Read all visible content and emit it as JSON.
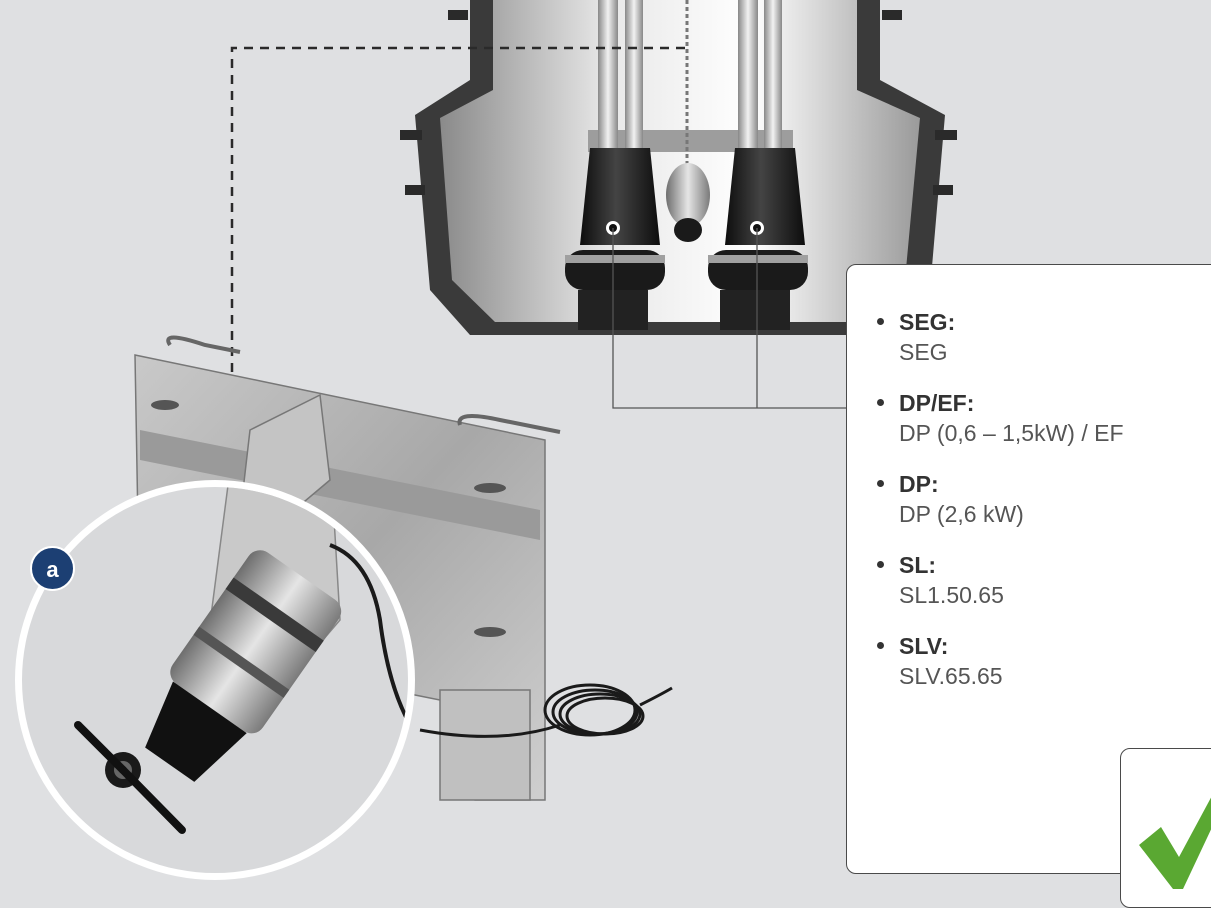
{
  "callout": {
    "badge_label": "a"
  },
  "info_card": {
    "items": [
      {
        "label": "SEG:",
        "value": "SEG"
      },
      {
        "label": "DP/EF:",
        "value": "DP (0,6 – 1,5kW) / EF"
      },
      {
        "label": "DP:",
        "value": "DP (2,6 kW)"
      },
      {
        "label": "SL:",
        "value": "SL1.50.65"
      },
      {
        "label": "SLV:",
        "value": "SLV.65.65"
      }
    ]
  },
  "icons": {
    "check": "checkmark-icon"
  },
  "colors": {
    "background": "#dfe0e2",
    "badge": "#1c3f73",
    "check_green": "#5aa832",
    "tank_dark": "#3c3c3c",
    "metal": "#b8b8b8"
  }
}
